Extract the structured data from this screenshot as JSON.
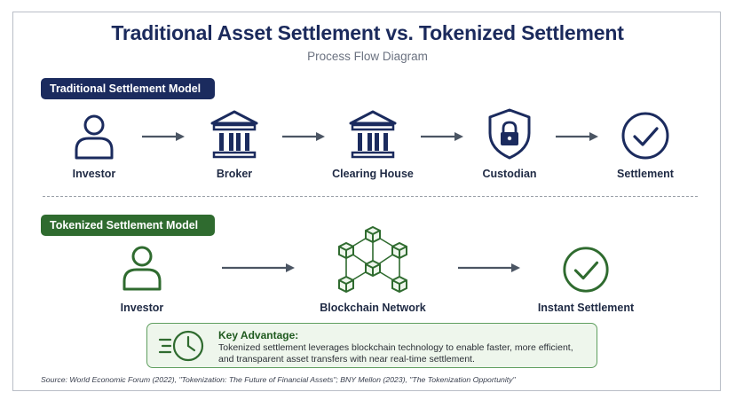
{
  "header": {
    "title": "Traditional Asset Settlement vs. Tokenized Settlement",
    "subtitle": "Process Flow Diagram"
  },
  "traditional": {
    "label": "Traditional Settlement Model",
    "color": "#1b2b5e",
    "steps": [
      {
        "label": "Investor",
        "icon": "person-icon"
      },
      {
        "label": "Broker",
        "icon": "bank-icon"
      },
      {
        "label": "Clearing House",
        "icon": "bank-icon"
      },
      {
        "label": "Custodian",
        "icon": "shield-lock-icon"
      },
      {
        "label": "Settlement",
        "icon": "check-circle-icon"
      }
    ]
  },
  "tokenized": {
    "label": "Tokenized Settlement Model",
    "color": "#2f6b2f",
    "steps": [
      {
        "label": "Investor",
        "icon": "person-icon"
      },
      {
        "label": "Blockchain Network",
        "icon": "blockchain-network-icon"
      },
      {
        "label": "Instant Settlement",
        "icon": "check-circle-icon"
      }
    ]
  },
  "advantage": {
    "title": "Key Advantage:",
    "line1": "Tokenized settlement leverages blockchain technology to enable faster, more efficient,",
    "line2": "and transparent asset transfers with near real-time settlement.",
    "icon": "fast-clock-icon"
  },
  "source": "Source:  World Economic Forum (2022), \"Tokenization: The Future of Financial Assets\";  BNY Mellon (2023), \"The Tokenization Opportunity\""
}
